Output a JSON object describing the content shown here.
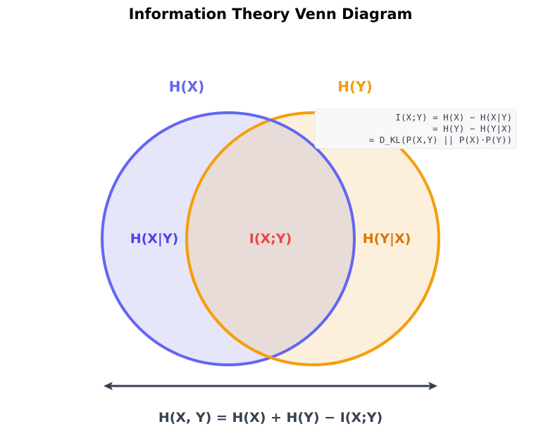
{
  "title": "Information Theory Venn Diagram",
  "sets": {
    "x": {
      "label": "H(X)",
      "color": "#6366f1",
      "fill": "#e6e6fa"
    },
    "y": {
      "label": "H(Y)",
      "color": "#f59e0b",
      "fill": "#fcefdc"
    }
  },
  "regions": {
    "x_given_y": {
      "label": "H(X|Y)",
      "color": "#4f46e5"
    },
    "mutual": {
      "label": "I(X;Y)",
      "color": "#ef4444"
    },
    "y_given_x": {
      "label": "H(Y|X)",
      "color": "#d97706"
    }
  },
  "formula_box": {
    "line1": "I(X;Y) = H(X) − H(X|Y)",
    "line2": "= H(Y) − H(Y|X)",
    "line3": "= D_KL(P(X,Y) || P(X)·P(Y))"
  },
  "joint_entropy": {
    "label": "H(X, Y) = H(X) + H(Y) − I(X;Y)",
    "arrow": "double-headed-arrow"
  },
  "colors": {
    "intersection_fill": "#e8dcd8",
    "text_dark": "#374151"
  }
}
